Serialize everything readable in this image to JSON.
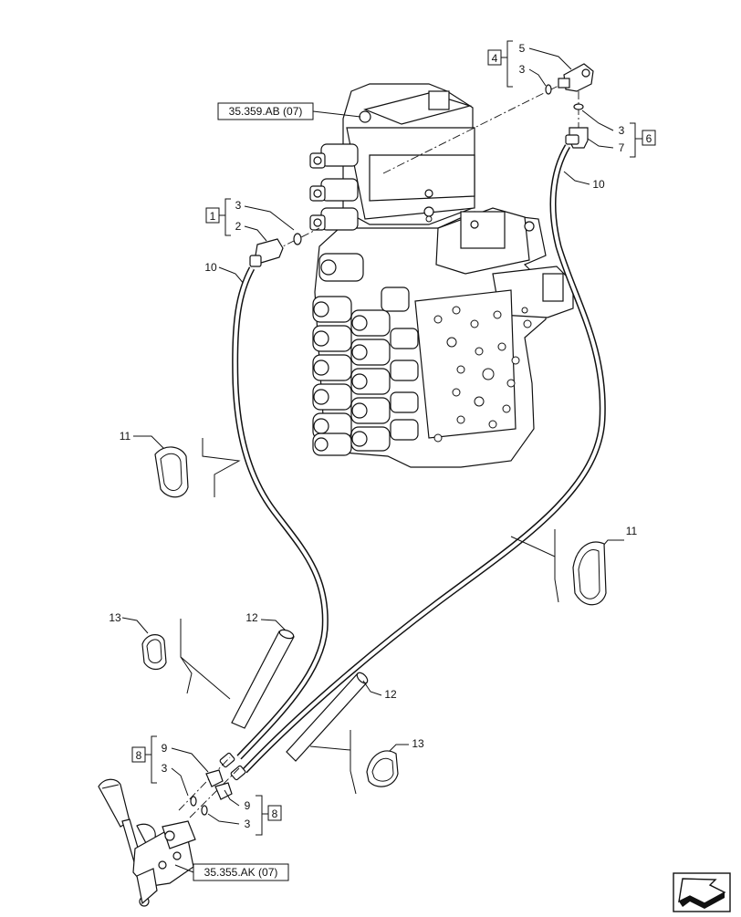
{
  "references": {
    "top": "35.359.AB (07)",
    "bottom": "35.355.AK (07)"
  },
  "groups": {
    "g1": "1",
    "g4": "4",
    "g6": "6",
    "g8a": "8",
    "g8b": "8"
  },
  "callouts": {
    "c5": "5",
    "c3_top": "3",
    "c3_right": "3",
    "c7": "7",
    "c10_right": "10",
    "c3_left": "3",
    "c2": "2",
    "c10_left": "10",
    "c11_left": "11",
    "c11_right": "11",
    "c13_left": "13",
    "c12_left": "12",
    "c12_right": "12",
    "c13_right": "13",
    "c9_left": "9",
    "c3_bl": "3",
    "c9_right": "9",
    "c3_br": "3"
  },
  "icons": {
    "nav": "next-page-arrow-icon"
  }
}
